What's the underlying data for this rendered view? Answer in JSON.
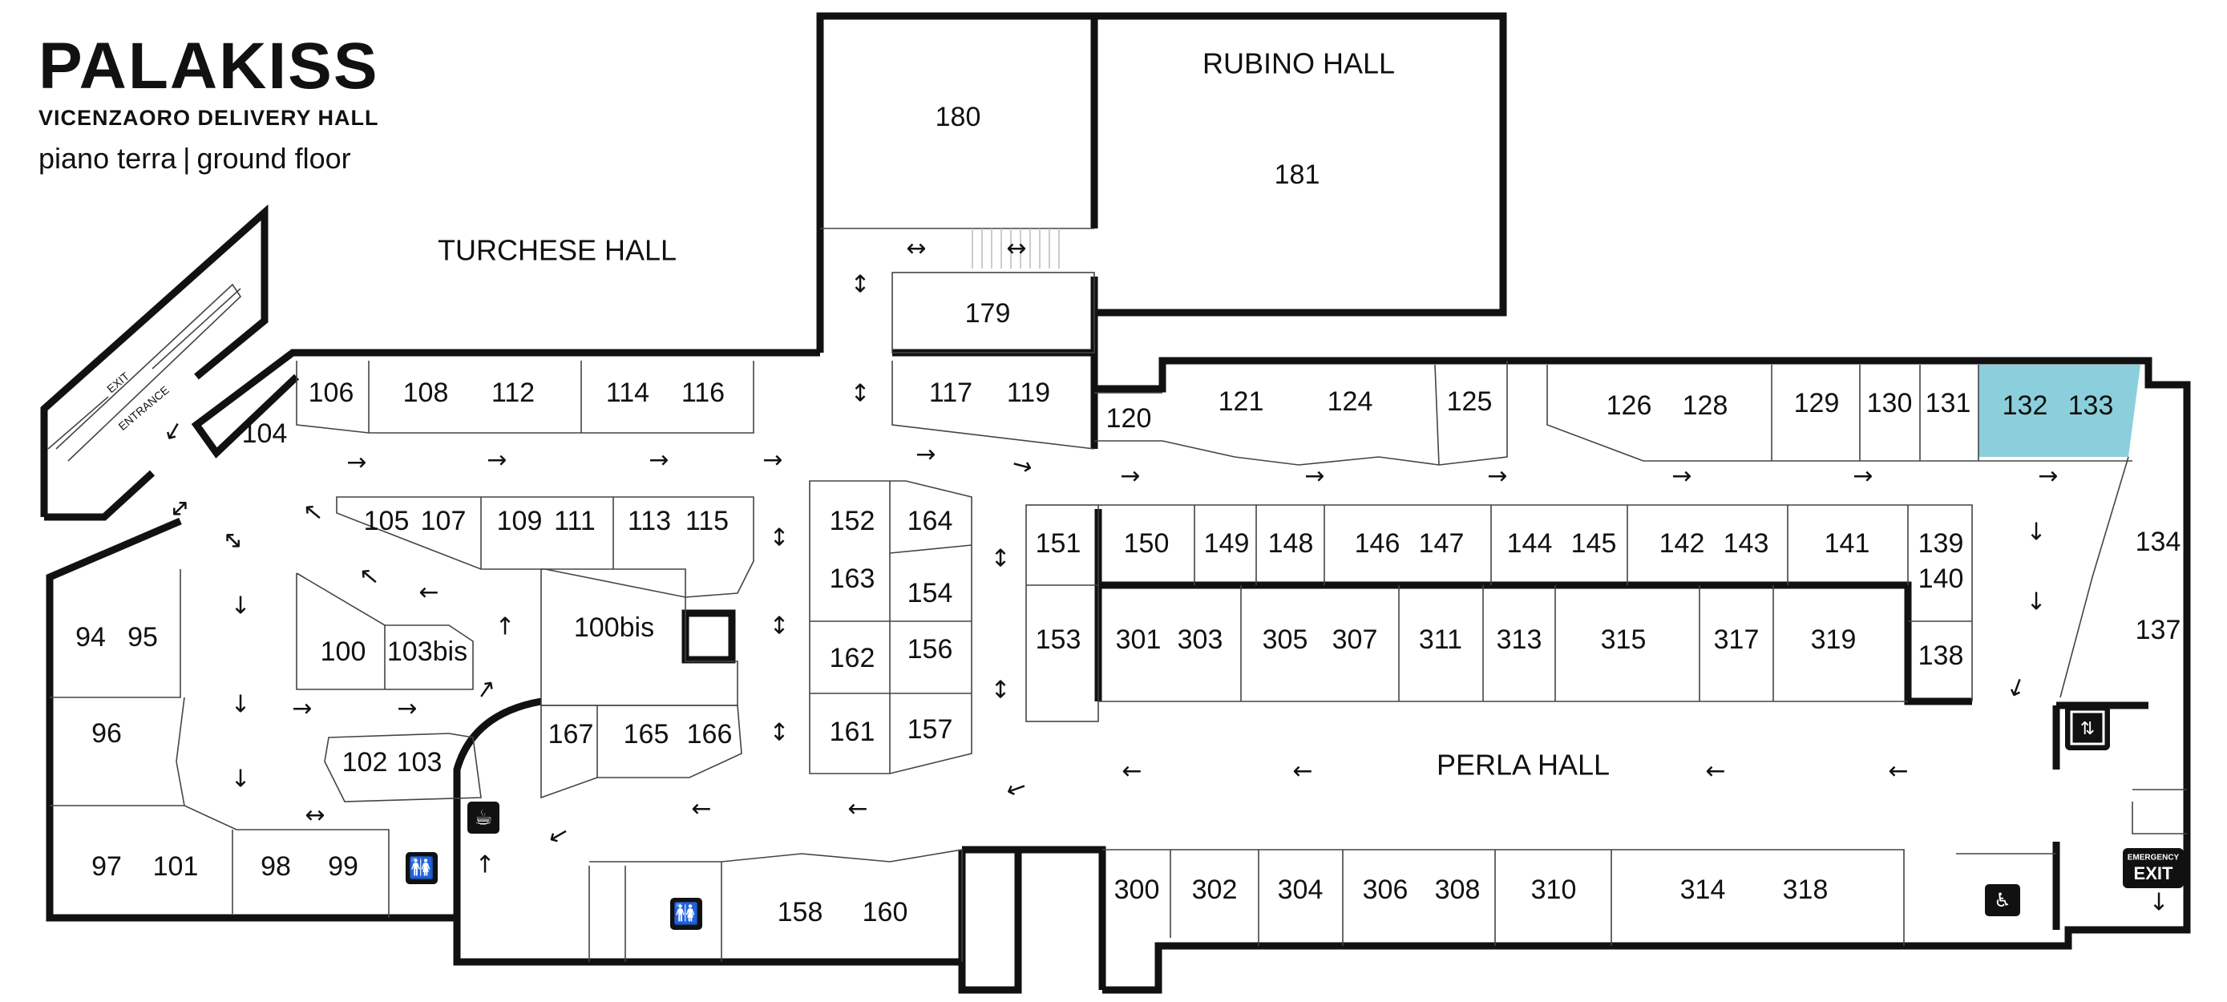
{
  "header": {
    "brand": "PALAKISS",
    "venue": "VICENZAORO DELIVERY HALL",
    "floor_it": "piano terra",
    "floor_sep": "|",
    "floor_en": "ground floor"
  },
  "halls": {
    "turchese": "TURCHESE HALL",
    "rubino": "RUBINO HALL",
    "perla": "PERLA HALL"
  },
  "highlight_color": "#8ccfdc",
  "highlighted_rooms": [
    "132",
    "133"
  ],
  "labels": {
    "exit_small": "EXIT",
    "entrance_small": "ENTRANCE",
    "emergency": "EMERGENCY",
    "exit_sign": "EXIT"
  },
  "rooms": {
    "r180": "180",
    "r181": "181",
    "r179": "179",
    "r117": "117",
    "r119": "119",
    "r120": "120",
    "r121": "121",
    "r124": "124",
    "r125": "125",
    "r126": "126",
    "r128": "128",
    "r129": "129",
    "r130": "130",
    "r131": "131",
    "r132": "132",
    "r133": "133",
    "r134": "134",
    "r137": "137",
    "r106": "106",
    "r108": "108",
    "r112": "112",
    "r114": "114",
    "r116": "116",
    "r104": "104",
    "r105": "105",
    "r107": "107",
    "r109": "109",
    "r111": "111",
    "r113": "113",
    "r115": "115",
    "r100bis": "100bis",
    "r100": "100",
    "r103bis": "103bis",
    "r102": "102",
    "r103": "103",
    "r167": "167",
    "r165": "165",
    "r166": "166",
    "r152": "152",
    "r164": "164",
    "r163": "163",
    "r154": "154",
    "r162": "162",
    "r156": "156",
    "r161": "161",
    "r157": "157",
    "r151": "151",
    "r153": "153",
    "r150": "150",
    "r149": "149",
    "r148": "148",
    "r146": "146",
    "r147": "147",
    "r144": "144",
    "r145": "145",
    "r142": "142",
    "r143": "143",
    "r141": "141",
    "r139": "139",
    "r140": "140",
    "r138": "138",
    "r301": "301",
    "r303": "303",
    "r305": "305",
    "r307": "307",
    "r311": "311",
    "r313": "313",
    "r315": "315",
    "r317": "317",
    "r319": "319",
    "r94": "94",
    "r95": "95",
    "r96": "96",
    "r97": "97",
    "r101": "101",
    "r98": "98",
    "r99": "99",
    "r158": "158",
    "r160": "160",
    "r300": "300",
    "r302": "302",
    "r304": "304",
    "r306": "306",
    "r308": "308",
    "r310": "310",
    "r314": "314",
    "r318": "318"
  },
  "icons": {
    "restroom": "restroom-icon",
    "accessible_restroom": "accessible-restroom-icon",
    "cafe": "coffee-icon",
    "elevator": "elevator-icon",
    "emergency_exit": "emergency-exit-icon"
  }
}
